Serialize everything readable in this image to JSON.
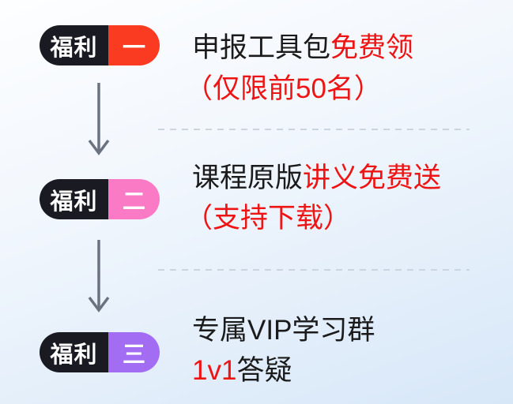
{
  "theme": {
    "background_top": "#fdfeff",
    "background_mid": "#f2f7fd",
    "background_bottom": "#d7e7f8",
    "badge_dark_bg": "#1a1a22",
    "badge_text_color": "#ffffff",
    "text_dark": "#1b1b1b",
    "text_red": "#ee1414",
    "arrow_color": "#6b7280",
    "dash_color": "#ccd4dd"
  },
  "benefits": [
    {
      "badge": {
        "label": "福利",
        "number": "一",
        "number_bg": "#fb3a22"
      },
      "line1": {
        "dark": "申报工具包",
        "red": "免费领"
      },
      "line2": {
        "red": "（仅限前50名）"
      }
    },
    {
      "badge": {
        "label": "福利",
        "number": "二",
        "number_bg": "#fa7ac6"
      },
      "line1": {
        "dark": "课程原版",
        "red": "讲义免费送"
      },
      "line2": {
        "red": "（支持下载）"
      }
    },
    {
      "badge": {
        "label": "福利",
        "number": "三",
        "number_bg": "#a26cf3"
      },
      "line1": {
        "dark": "专属VIP学习群"
      },
      "line2": {
        "red": "1v1",
        "dark": "答疑"
      }
    }
  ]
}
